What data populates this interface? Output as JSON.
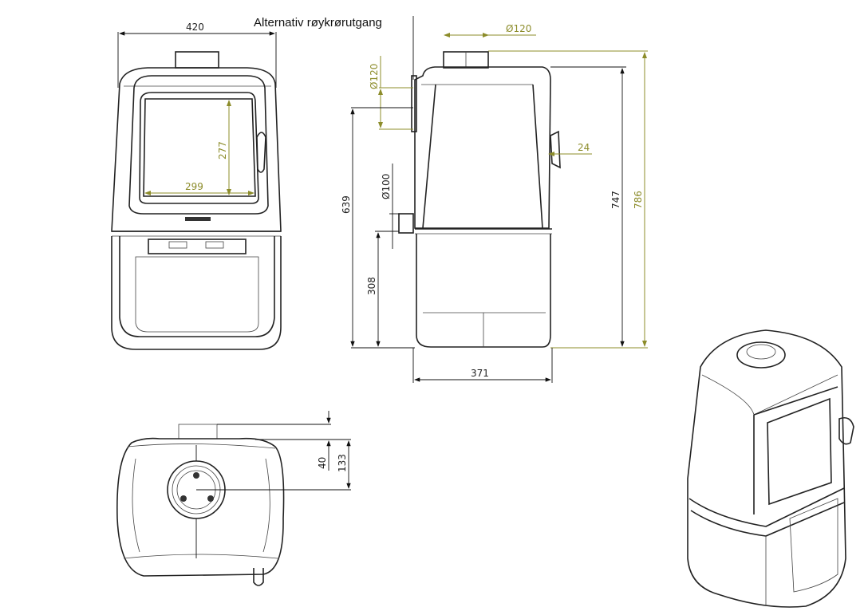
{
  "title": "Alternativ røykrørutgang",
  "colors": {
    "dimension_accent": "#8c8c2a",
    "line": "#222222"
  },
  "front_view": {
    "width": "420",
    "glass_height": "277",
    "glass_width": "299"
  },
  "side_view": {
    "top_outlet_diameter": "Ø120",
    "rear_outlet_diameter": "Ø120",
    "air_inlet_diameter": "Ø100",
    "rear_outlet_height": "639",
    "air_inlet_height": "308",
    "handle_depth": "24",
    "height_body": "747",
    "height_total": "786",
    "depth": "371"
  },
  "top_view": {
    "outlet_offset": "40",
    "outlet_center": "133"
  }
}
